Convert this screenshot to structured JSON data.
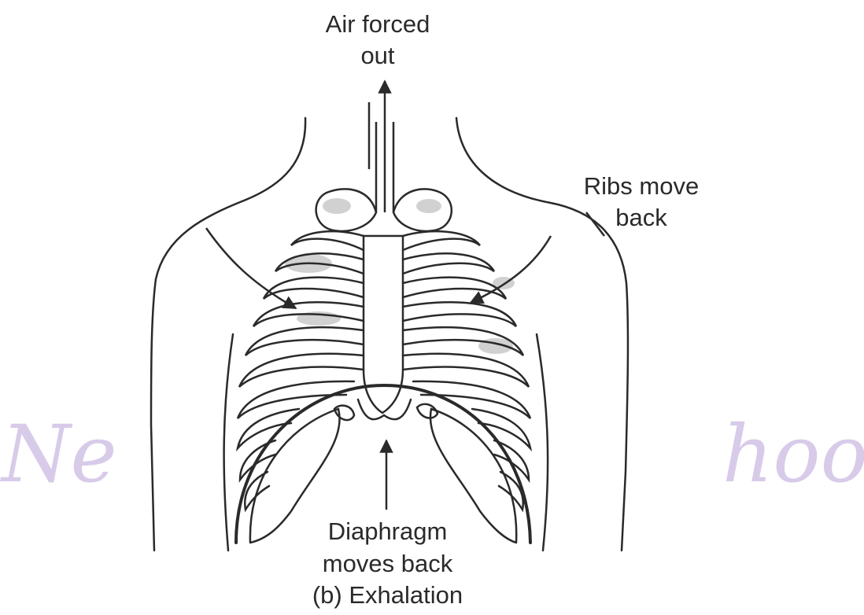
{
  "labels": {
    "air_line1": "Air forced",
    "air_line2": "out",
    "ribs_line1": "Ribs move",
    "ribs_line2": "back",
    "diaphragm_line1": "Diaphragm",
    "diaphragm_line2": "moves back",
    "caption": "(b) Exhalation"
  },
  "watermark": {
    "left_fragment": "Ne",
    "right_fragment": "hool"
  },
  "colors": {
    "line": "#2a2a2a",
    "shade": "#9a9a9a",
    "watermark": "#d8cbe9"
  }
}
